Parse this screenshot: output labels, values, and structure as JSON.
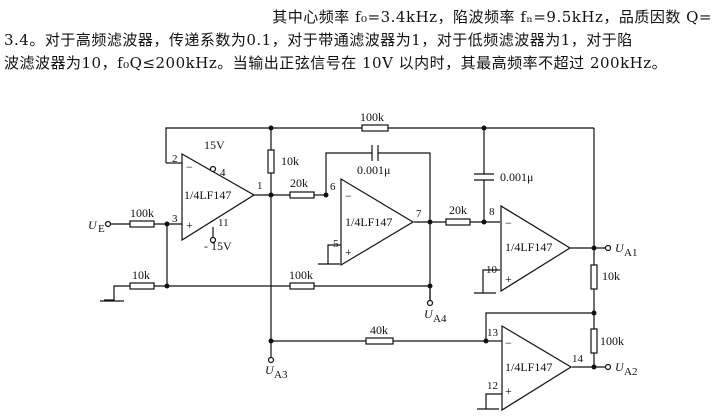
{
  "text": {
    "line1": "其中心频率 f₀=3.4kHz，陷波频率 fₙ=9.5kHz，品质因数 Q=",
    "line2": "3.4。对于高频滤波器，传递系数为0.1，对于带通滤波器为1，对于低频滤波器为1，对于陷",
    "line3": "波滤波器为10，f₀Q≤200kHz。当输出正弦信号在 10V 以内时，其最高频率不超过 200kHz。"
  },
  "circuit": {
    "amp_label": "1/4LF147",
    "supply_pos": "15V",
    "supply_neg": "- 15V",
    "input_label": "U",
    "input_sub": "E",
    "outputs": {
      "a1": {
        "main": "U",
        "sub": "A1"
      },
      "a2": {
        "main": "U",
        "sub": "A2"
      },
      "a3": {
        "main": "U",
        "sub": "A3"
      },
      "a4": {
        "main": "U",
        "sub": "A4"
      }
    },
    "resistors": {
      "r_in": "100k",
      "r_top": "100k",
      "r_10k_v": "10k",
      "r_20k_a": "20k",
      "r_20k_b": "20k",
      "r_gnd": "10k",
      "r_100k_mid": "100k",
      "r_40k": "40k",
      "r_10k_out": "10k",
      "r_100k_out": "100k"
    },
    "capacitors": {
      "c1": "0.001μ",
      "c2": "0.001μ"
    },
    "pins": {
      "p1": "1",
      "p2": "2",
      "p3": "3",
      "p4": "4",
      "p5": "5",
      "p6": "6",
      "p7": "7",
      "p8": "8",
      "p10": "10",
      "p11": "11",
      "p12": "12",
      "p13": "13",
      "p14": "14"
    },
    "signs": {
      "minus": "−",
      "plus": "+"
    }
  }
}
